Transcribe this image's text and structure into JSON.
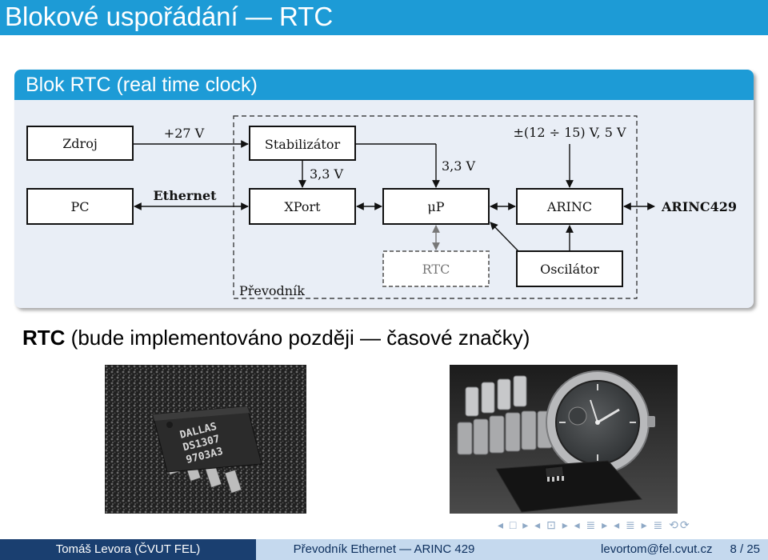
{
  "slide": {
    "title": "Blokové uspořádání — RTC"
  },
  "block": {
    "title": "Blok RTC (real time clock)",
    "labels": {
      "zdroj": "Zdroj",
      "pc": "PC",
      "v27": "+27 V",
      "ethernet": "Ethernet",
      "stabilizator": "Stabilizátor",
      "v33_left": "3,3 V",
      "v33_mid": "3,3 V",
      "xport": "XPort",
      "up": "μP",
      "arinc": "ARINC",
      "arinc429": "ARINC429",
      "supply": "±(12 ÷ 15) V, 5 V",
      "rtc": "RTC",
      "oscilator": "Oscilátor",
      "prevodnik": "Převodník"
    }
  },
  "rtc_line": {
    "bold": "RTC",
    "rest": " (bude implementováno později — časové značky)"
  },
  "photos": {
    "chip_text": [
      "DALLAS",
      "DS1307",
      "9703A3"
    ]
  },
  "nav": {
    "symbols": "◂ □ ▸ ◂ ⊡ ▸ ◂ ≣ ▸ ◂ ≣ ▸ ≣ ⟲⟳"
  },
  "footer": {
    "author": "Tomáš Levora  (ČVUT FEL)",
    "talk": "Převodník Ethernet — ARINC 429",
    "email": "levortom@fel.cvut.cz",
    "page": "8 / 25"
  },
  "colors": {
    "accent": "#1d9bd6",
    "footer_dark": "#1a3f70",
    "footer_light": "#c5d9ee"
  }
}
